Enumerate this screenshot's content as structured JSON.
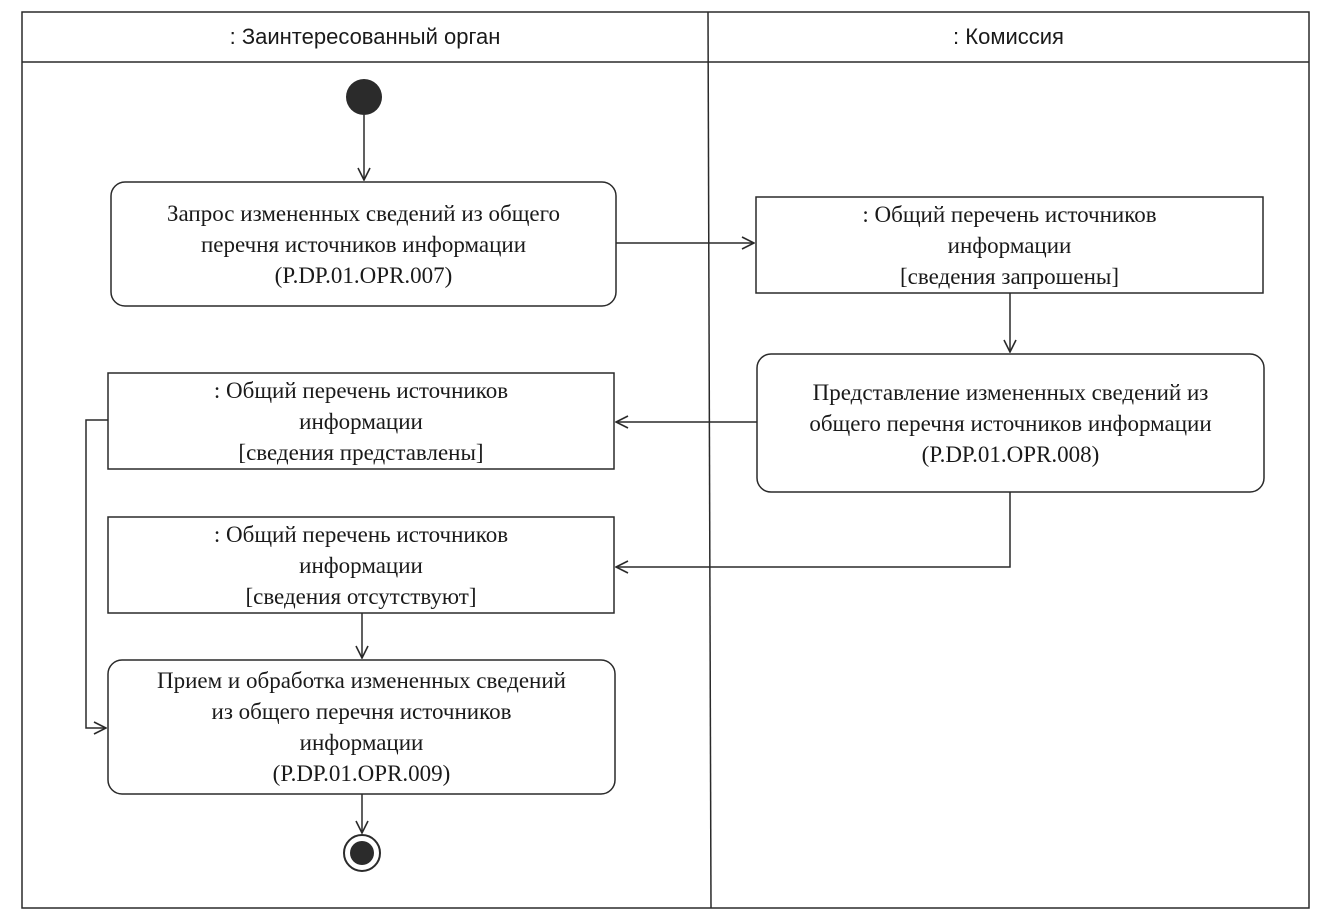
{
  "lanes": [
    {
      "title": ": Заинтересованный орган"
    },
    {
      "title": ": Комиссия"
    }
  ],
  "nodes": {
    "action_request": {
      "lines": [
        "Запрос измененных сведений из общего",
        "перечня источников информации",
        "(P.DP.01.OPR.007)"
      ]
    },
    "object_requested": {
      "lines": [
        ": Общий перечень источников",
        "информации",
        "[сведения запрошены]"
      ]
    },
    "action_provide": {
      "lines": [
        "Представление измененных сведений из",
        "общего перечня источников информации",
        "(P.DP.01.OPR.008)"
      ]
    },
    "object_provided": {
      "lines": [
        ": Общий перечень источников",
        "информации",
        "[сведения представлены]"
      ]
    },
    "object_absent": {
      "lines": [
        ": Общий перечень источников",
        "информации",
        "[сведения отсутствуют]"
      ]
    },
    "action_receive": {
      "lines": [
        "Прием и обработка измененных сведений",
        "из общего перечня источников",
        "информации",
        "(P.DP.01.OPR.009)"
      ]
    }
  },
  "colors": {
    "line": "#2a2a2a",
    "initial_node": "#2b2b2b",
    "final_node": "#2b2b2b",
    "background": "#ffffff"
  }
}
